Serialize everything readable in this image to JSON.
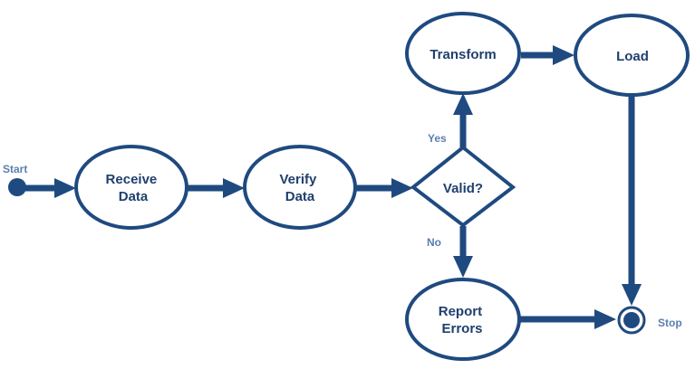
{
  "colors": {
    "stroke": "#1f4a80",
    "node_text": "#1f3f6e",
    "annotation_text": "#5b7fb0",
    "background": "#ffffff"
  },
  "labels": {
    "start": "Start",
    "stop": "Stop",
    "yes": "Yes",
    "no": "No"
  },
  "nodes": {
    "receive": [
      "Receive",
      "Data"
    ],
    "verify": [
      "Verify",
      "Data"
    ],
    "valid": "Valid?",
    "transform": "Transform",
    "load": "Load",
    "report": [
      "Report",
      "Errors"
    ]
  }
}
